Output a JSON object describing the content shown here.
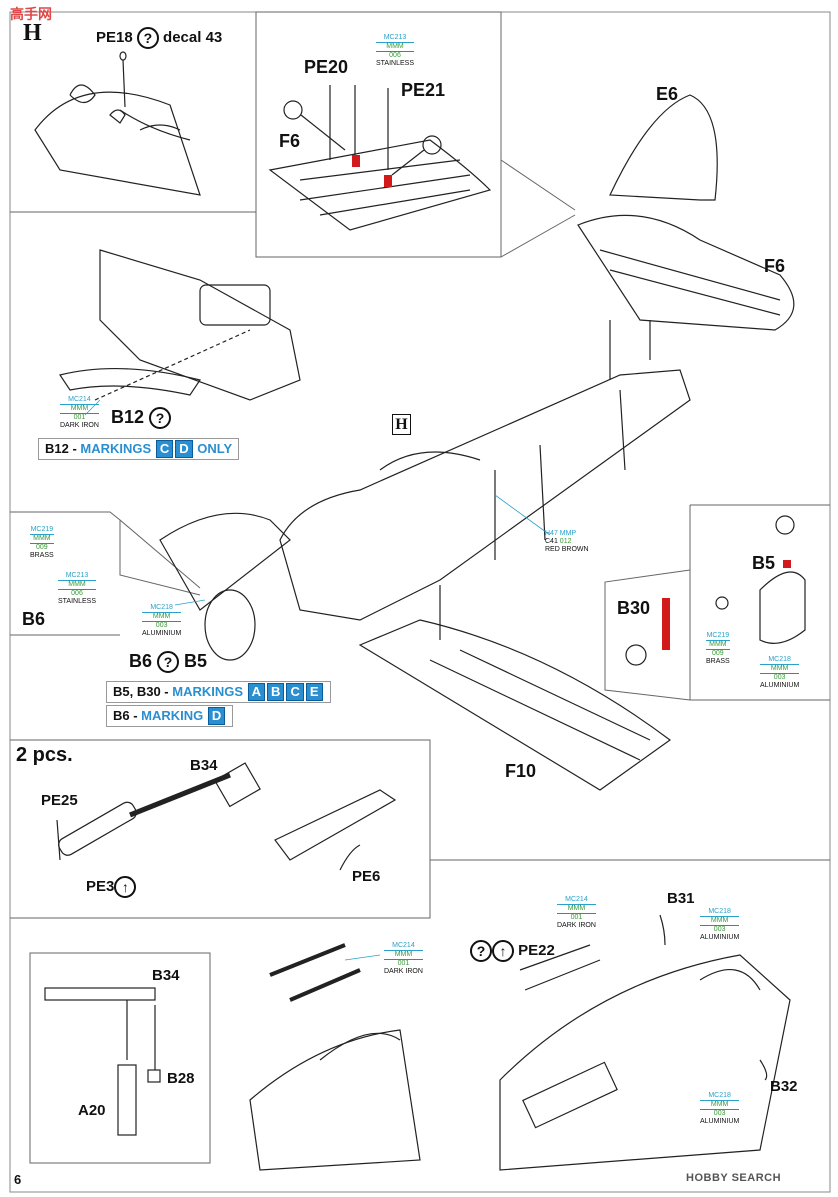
{
  "page": {
    "number": "6",
    "corner_logo": "H",
    "watermark_top": "高手网",
    "watermark_bottom": "HOBBY SEARCH"
  },
  "step_pe18": {
    "part": "PE18",
    "note": "decal 43"
  },
  "step_pe20": {
    "parts": [
      "PE20",
      "PE21",
      "F6"
    ],
    "paint": {
      "code": "MC213",
      "mmm": "MMM",
      "num": "006",
      "name": "STAINLESS"
    }
  },
  "tail": {
    "parts": [
      "E6",
      "F6"
    ]
  },
  "engine": {
    "part": "B12",
    "paint": {
      "code": "MC214",
      "mmm": "MMM",
      "num": "001",
      "name": "DARK IRON"
    },
    "bar": {
      "prefix": "B12 - ",
      "label": "MARKINGS",
      "markings": [
        "C",
        "D"
      ],
      "suffix": "ONLY"
    }
  },
  "fuselage": {
    "label_h": "H",
    "paint": {
      "code": "H47",
      "extra": "MMP",
      "c41": "C41",
      "num": "012",
      "name": "RED BROWN"
    }
  },
  "cowl_left": {
    "b6": "B6",
    "b5": "B5",
    "paint_brass": {
      "code": "MC219",
      "mmm": "MMM",
      "num": "009",
      "name": "BRASS"
    },
    "paint_stainless": {
      "code": "MC213",
      "mmm": "MMM",
      "num": "006",
      "name": "STAINLESS"
    },
    "paint_alu": {
      "code": "MC218",
      "mmm": "MMM",
      "num": "003",
      "name": "ALUMINIUM"
    }
  },
  "cowl_right": {
    "b5": "B5",
    "b30": "B30",
    "paint_brass": {
      "code": "MC219",
      "mmm": "MMM",
      "num": "009",
      "name": "BRASS"
    },
    "paint_alu": {
      "code": "MC218",
      "mmm": "MMM",
      "num": "003",
      "name": "ALUMINIUM"
    }
  },
  "bar_b5": {
    "prefix": "B5, B30 - ",
    "label": "MARKINGS",
    "markings": [
      "A",
      "B",
      "C",
      "E"
    ]
  },
  "bar_b6": {
    "prefix": "B6 - ",
    "label": "MARKING",
    "markings": [
      "D"
    ]
  },
  "wing": {
    "part": "F10"
  },
  "guns": {
    "count": "2 pcs.",
    "parts": [
      "B34",
      "PE25",
      "PE3",
      "PE6"
    ]
  },
  "gun_detail": {
    "parts": [
      "B34",
      "B28",
      "A20"
    ]
  },
  "guns_mount": {
    "paint": {
      "code": "MC214",
      "mmm": "MMM",
      "num": "001",
      "name": "DARK IRON"
    }
  },
  "cockpit": {
    "parts": [
      "PE22",
      "B31",
      "B32"
    ],
    "paint_iron": {
      "code": "MC214",
      "mmm": "MMM",
      "num": "001",
      "name": "DARK IRON"
    },
    "paint_alu1": {
      "code": "MC218",
      "mmm": "MMM",
      "num": "003",
      "name": "ALUMINIUM"
    },
    "paint_alu2": {
      "code": "MC218",
      "mmm": "MMM",
      "num": "003",
      "name": "ALUMINIUM"
    }
  },
  "colors": {
    "accent_blue": "#2a8fd0",
    "paint_cyan": "#2aa1c9",
    "paint_green": "#3a9a3a",
    "part_red": "#d21a1a"
  }
}
